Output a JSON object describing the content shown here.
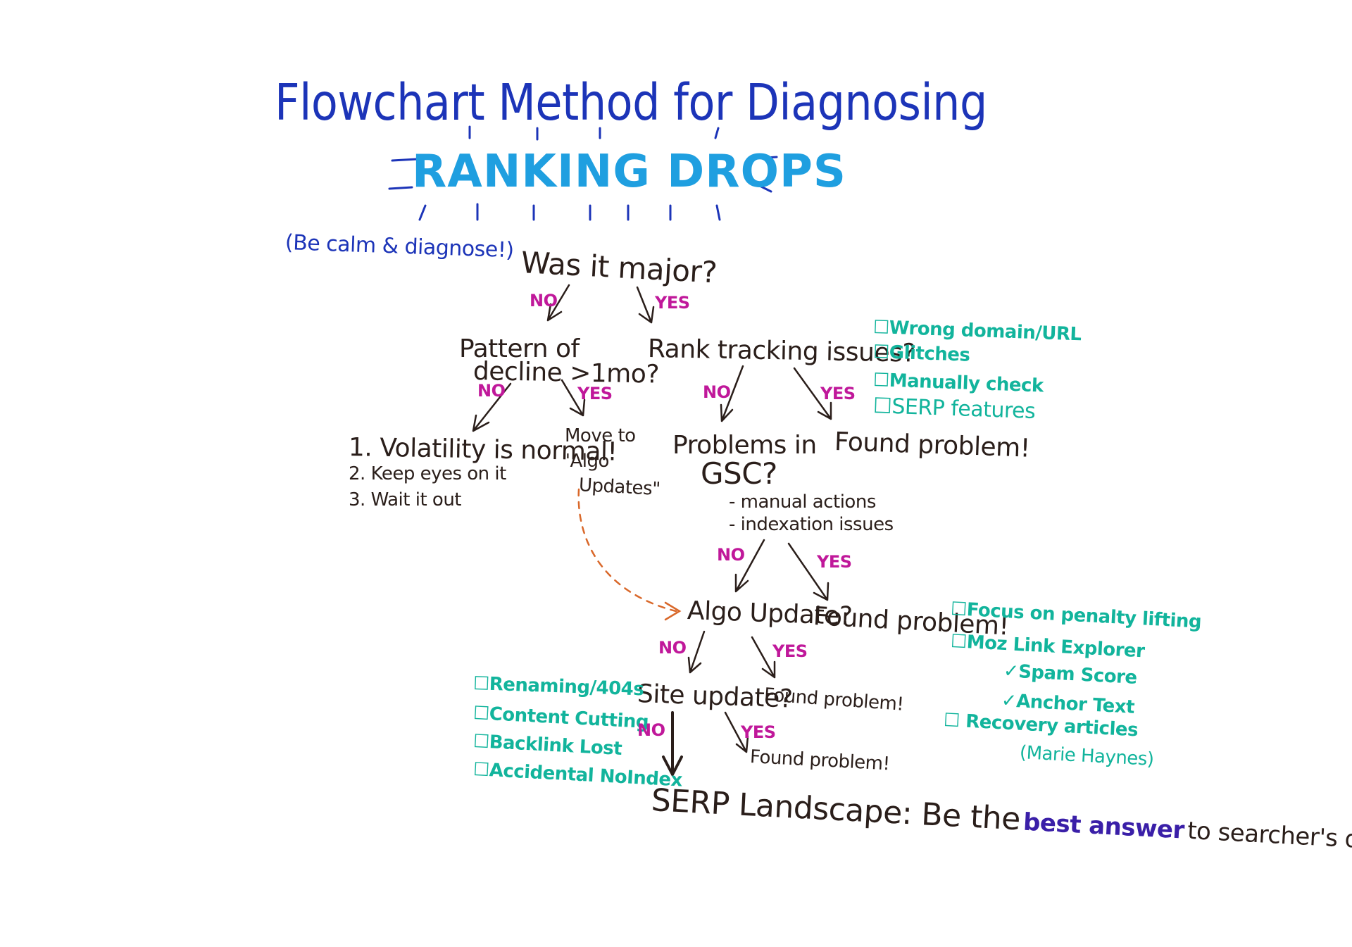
{
  "title": {
    "line1": "Flowchart Method for Diagnosing",
    "line2": "RANKING DROPS"
  },
  "note": "(Be calm & diagnose!)",
  "colors": {
    "dark_ink": "#2a1e1a",
    "blue_ink": "#1c34b8",
    "cyan_ink": "#1f9fe0",
    "magenta_ink": "#c0189a",
    "teal_ink": "#12b49c",
    "orange_ink": "#d9682a",
    "purple_ink": "#3a1fa8"
  },
  "nodes": {
    "was_it_major": "Was it major?",
    "pattern_line1": "Pattern of",
    "pattern_line2": "decline >1mo?",
    "rank_tracking": "Rank tracking issues?",
    "volatility": {
      "item1": "1. Volatility is normal!",
      "item2": "2. Keep eyes on it",
      "item3": "3. Wait it out"
    },
    "move_to_line1": "Move to",
    "move_to_line2": "\"Algo",
    "move_to_line3": "Updates\"",
    "problems_line1": "Problems in",
    "problems_line2": "GSC?",
    "gsc_sub1": "- manual actions",
    "gsc_sub2": "- indexation issues",
    "found_problem_1": "Found problem!",
    "algo_update": "Algo Update?",
    "found_problem_2": "Found problem!",
    "site_update": "Site update?",
    "found_problem_3": "Found problem!",
    "found_problem_4": "Found problem!",
    "serp_prefix": "SERP Landscape: Be the",
    "serp_best": "best answer",
    "serp_suffix": "to searcher's questions."
  },
  "edges": {
    "no": "NO",
    "yes": "YES"
  },
  "checklists": {
    "rank_tracking": [
      "☐Wrong domain/URL",
      "☐Glitches",
      "☐Manually check",
      "☐SERP features"
    ],
    "penalty": [
      "☐Focus on penalty lifting",
      "☐Moz Link Explorer",
      "✓Spam Score",
      "✓Anchor Text",
      "☐ Recovery articles",
      "(Marie Haynes)"
    ],
    "site_update": [
      "☐Renaming/404s",
      "☐Content Cutting",
      "☐Backlink Lost",
      "☐Accidental NoIndex"
    ]
  }
}
